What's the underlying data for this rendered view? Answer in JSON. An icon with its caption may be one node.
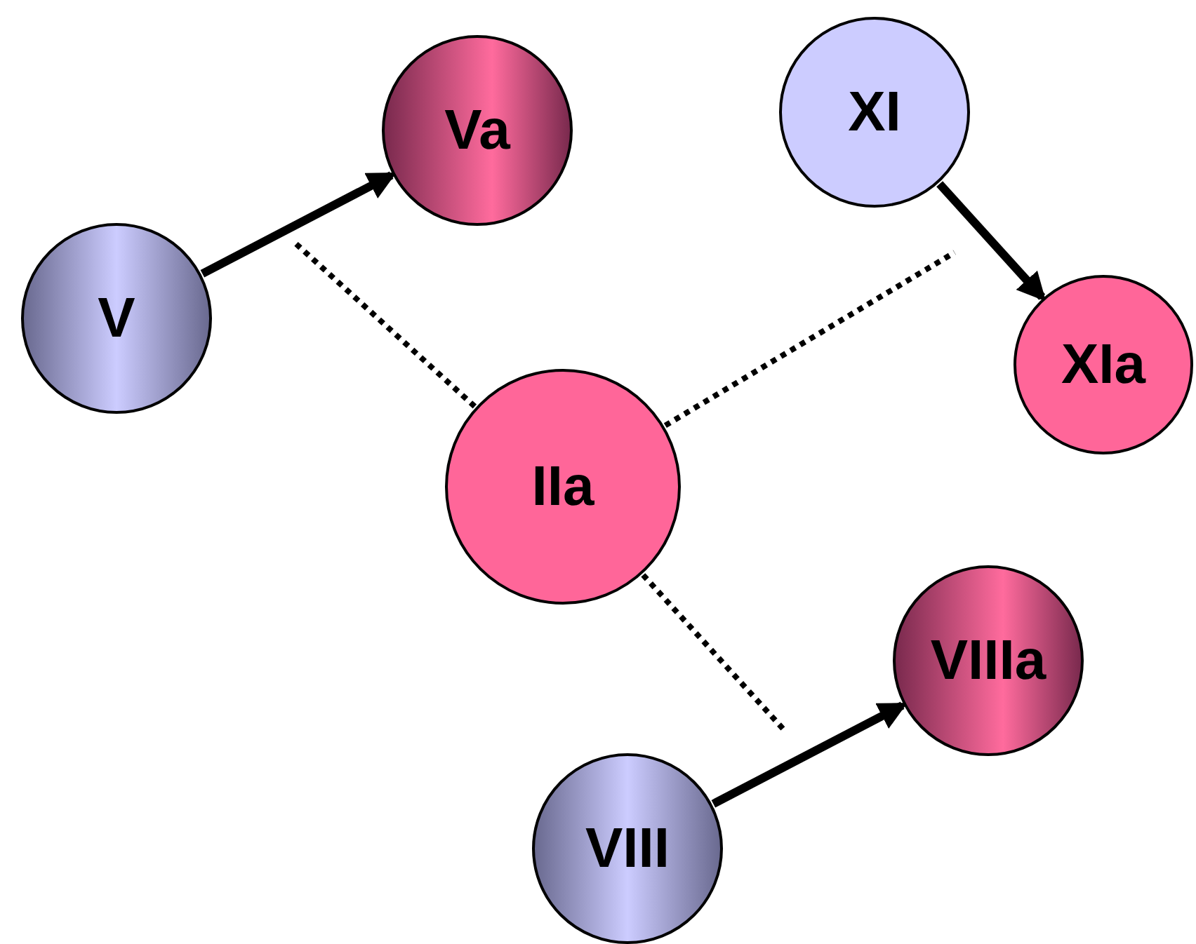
{
  "diagram": {
    "nodes": [
      {
        "text": [
          "Va"
        ]
      },
      {
        "text": [
          "XI"
        ]
      },
      {
        "text": [
          "V"
        ]
      },
      {
        "text": [
          "XIa"
        ]
      },
      {
        "text": [
          "IIa"
        ]
      },
      {
        "text": [
          "VIIIa"
        ]
      },
      {
        "text": [
          "VIII"
        ]
      }
    ],
    "edges": [
      {
        "from": 2,
        "to": 0,
        "arrow": "to"
      },
      {
        "from": 1,
        "to": 3,
        "arrow": "to"
      },
      {
        "from": 6,
        "to": 5,
        "arrow": "to"
      },
      {
        "from": 4,
        "to": null,
        "arrow": "none",
        "style": "dashed"
      },
      {
        "from": 4,
        "to": null,
        "arrow": "none",
        "style": "dashed"
      },
      {
        "from": 4,
        "to": null,
        "arrow": "none",
        "style": "dashed"
      }
    ]
  }
}
